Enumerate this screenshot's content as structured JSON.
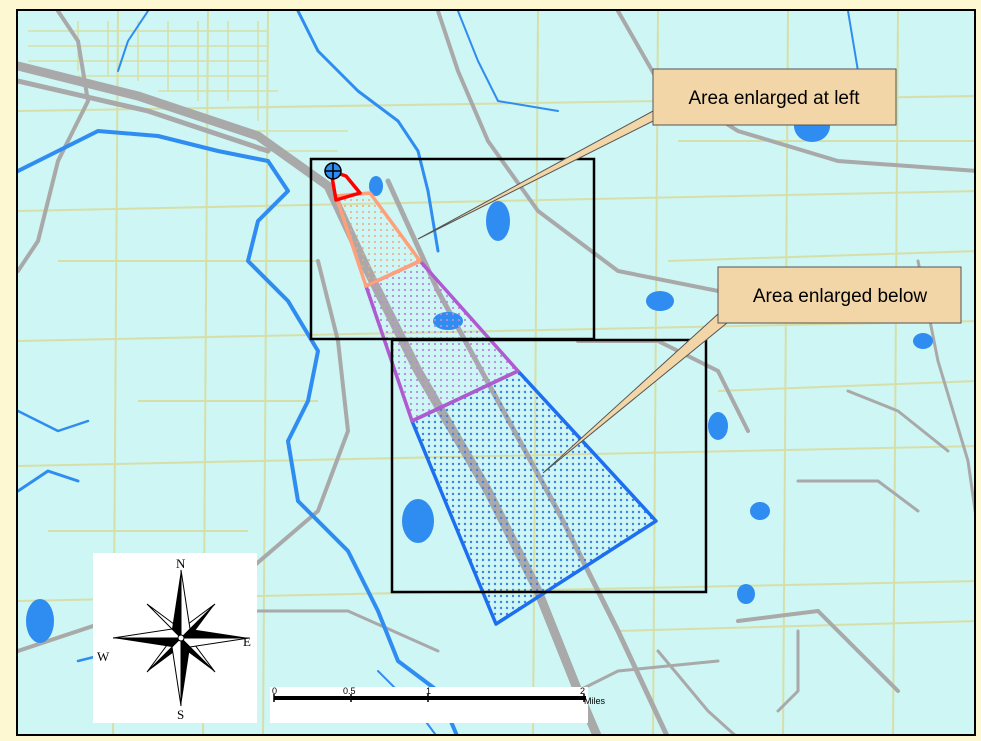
{
  "map": {
    "callouts": [
      {
        "label": "Area enlarged at left"
      },
      {
        "label": "Area enlarged below"
      }
    ],
    "scale_bar": {
      "ticks": [
        "0",
        "0.5",
        "1",
        "2"
      ],
      "unit": "Miles"
    },
    "compass": {
      "north": "N",
      "south": "S",
      "east": "E",
      "west": "W"
    },
    "colors": {
      "water": "#cdf6f4",
      "river": "#2f8cf0",
      "lake": "#2f8cf0",
      "road_major": "#a9a9a9",
      "road_minor": "#d7dfa8",
      "zone_1": "#ff0000",
      "zone_2": "#ffa07a",
      "zone_3": "#b05ad0",
      "zone_4": "#1e6ff0",
      "callout_fill": "#f3d6a8"
    },
    "icons": [
      "wellhead-crosshair-icon",
      "compass-rose-icon"
    ]
  }
}
